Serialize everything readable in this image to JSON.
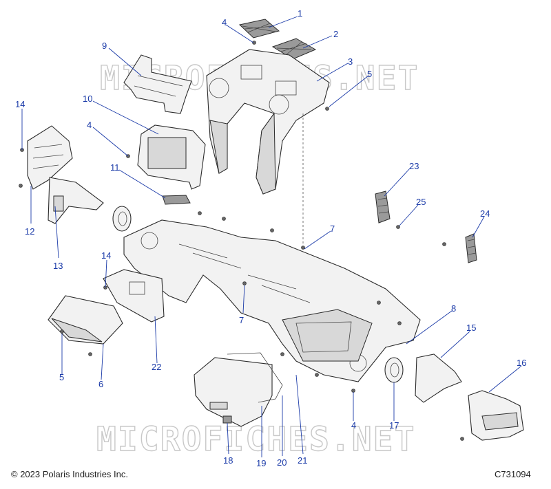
{
  "watermark": {
    "top_text": "MICROFICHES.NET",
    "bottom_text": "MICROFICHES.NET"
  },
  "footer": {
    "copyright": "© 2023 Polaris Industries Inc.",
    "diagram_code": "C731094"
  },
  "callouts": [
    {
      "id": "c1",
      "text": "1"
    },
    {
      "id": "c2",
      "text": "2"
    },
    {
      "id": "c3",
      "text": "3"
    },
    {
      "id": "c4a",
      "text": "4"
    },
    {
      "id": "c5a",
      "text": "5"
    },
    {
      "id": "c9",
      "text": "9"
    },
    {
      "id": "c10",
      "text": "10"
    },
    {
      "id": "c4b",
      "text": "4"
    },
    {
      "id": "c14a",
      "text": "14"
    },
    {
      "id": "c11",
      "text": "11"
    },
    {
      "id": "c12",
      "text": "12"
    },
    {
      "id": "c13",
      "text": "13"
    },
    {
      "id": "c23",
      "text": "23"
    },
    {
      "id": "c25",
      "text": "25"
    },
    {
      "id": "c24",
      "text": "24"
    },
    {
      "id": "c7a",
      "text": "7"
    },
    {
      "id": "c14b",
      "text": "14"
    },
    {
      "id": "c7b",
      "text": "7"
    },
    {
      "id": "c8",
      "text": "8"
    },
    {
      "id": "c15",
      "text": "15"
    },
    {
      "id": "c16",
      "text": "16"
    },
    {
      "id": "c22",
      "text": "22"
    },
    {
      "id": "c5b",
      "text": "5"
    },
    {
      "id": "c6",
      "text": "6"
    },
    {
      "id": "c4c",
      "text": "4"
    },
    {
      "id": "c17",
      "text": "17"
    },
    {
      "id": "c18",
      "text": "18"
    },
    {
      "id": "c19",
      "text": "19"
    },
    {
      "id": "c20",
      "text": "20"
    },
    {
      "id": "c21",
      "text": "21"
    }
  ]
}
